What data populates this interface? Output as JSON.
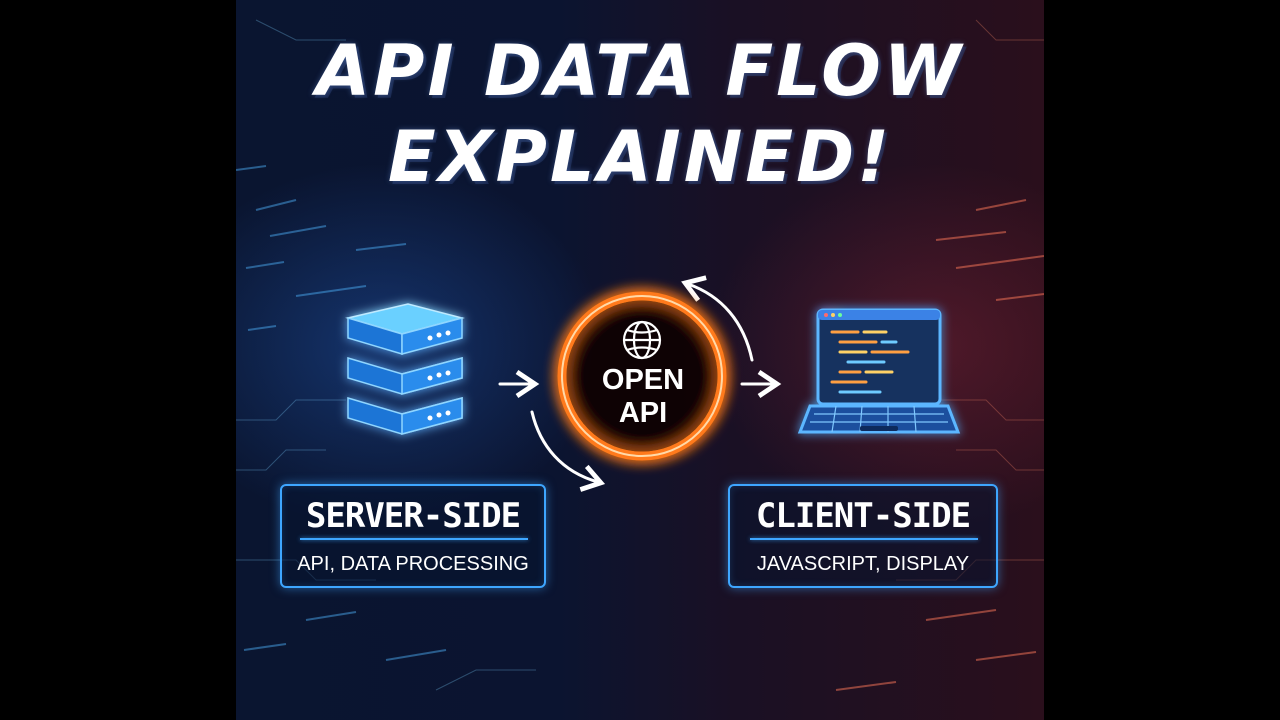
{
  "title": {
    "line1": "API DATA FLOW",
    "line2": "EXPLAINED!"
  },
  "hub": {
    "icon": "globe-icon",
    "line1": "OPEN",
    "line2": "API",
    "glow_color": "#ff7a1a"
  },
  "server": {
    "icon": "server-stack-icon",
    "heading": "SERVER-SIDE",
    "subtitle": "API, DATA PROCESSING",
    "color": "#3ea6ff"
  },
  "client": {
    "icon": "laptop-code-icon",
    "heading": "CLIENT-SIDE",
    "subtitle": "JAVASCRIPT, DISPLAY",
    "color": "#3ea6ff"
  },
  "colors": {
    "background_left": "#0a1530",
    "background_right": "#2a0f1c",
    "accent_blue": "#3ea6ff",
    "accent_orange": "#ff7a1a",
    "text": "#ffffff"
  }
}
